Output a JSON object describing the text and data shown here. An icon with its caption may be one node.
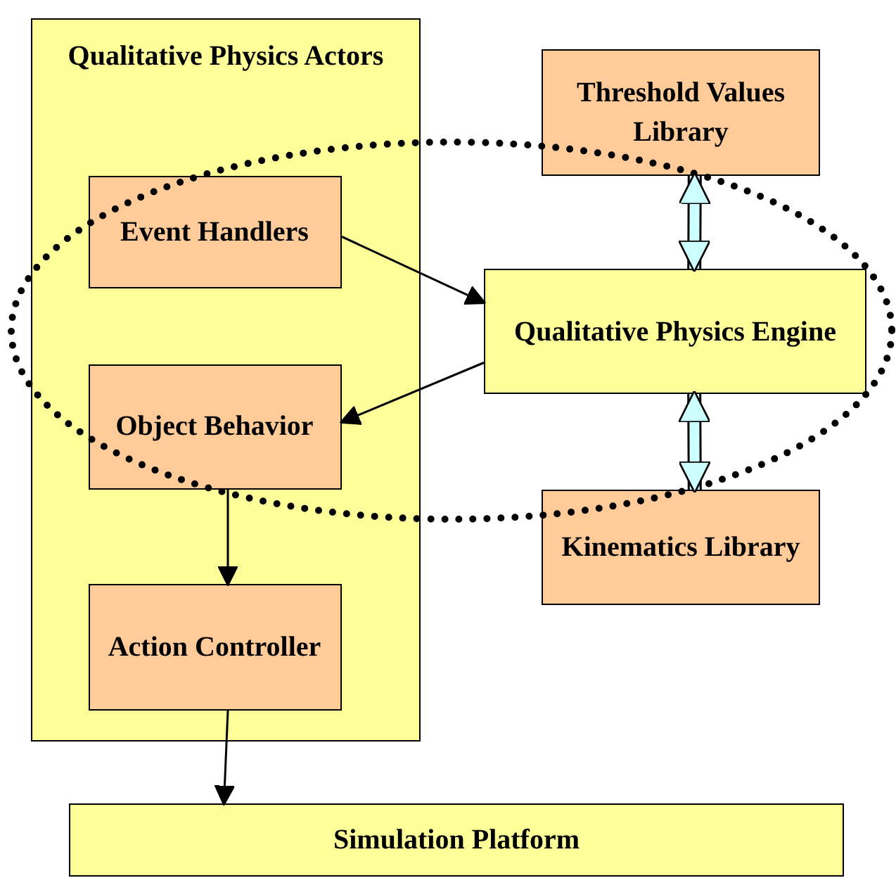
{
  "diagram": {
    "nodes": [
      {
        "text": [
          "Qualitative Physics Actors"
        ]
      },
      {
        "text": [
          "Event Handlers"
        ],
        "in": 0
      },
      {
        "text": [
          "Object Behavior"
        ],
        "in": 0
      },
      {
        "text": [
          "Action Controller"
        ],
        "in": 0
      },
      {
        "text": [
          "Threshold Values Library"
        ]
      },
      {
        "text": [
          "Qualitative Physics Engine"
        ]
      },
      {
        "text": [
          "Kinematics Library"
        ]
      },
      {
        "text": [
          "Simulation Platform"
        ]
      }
    ],
    "edges": [
      {
        "from": 1,
        "to": 5,
        "arrow": "to"
      },
      {
        "from": 5,
        "to": 2,
        "arrow": "to"
      },
      {
        "from": 2,
        "to": 3,
        "arrow": "to"
      },
      {
        "from": 3,
        "to": 7,
        "arrow": "to"
      },
      {
        "from": 4,
        "to": 5,
        "arrow": "both",
        "style": "thick",
        "color": "#ccffff"
      },
      {
        "from": 5,
        "to": 6,
        "arrow": "both",
        "style": "thick",
        "color": "#ccffff"
      }
    ]
  }
}
